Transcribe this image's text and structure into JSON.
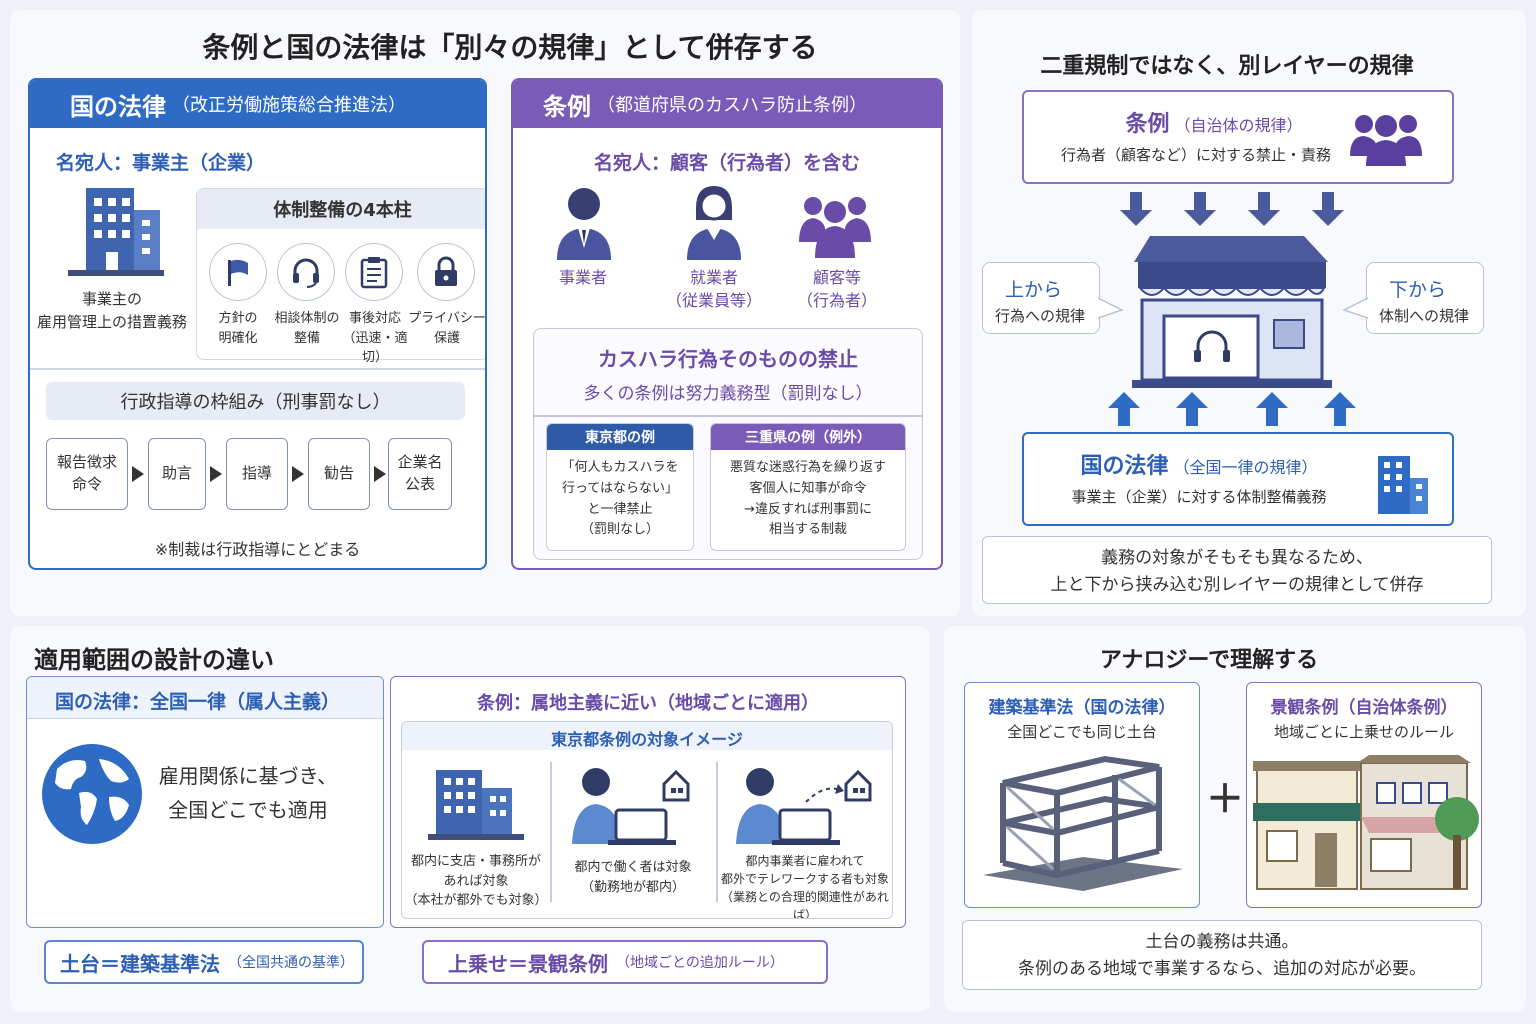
{
  "title": "条例と国の法律は「別々の規律」として併存する",
  "national": {
    "head": "国の法律",
    "head_sub": "（改正労働施策総合推進法）",
    "addressee": "名宛人：事業主（企業）",
    "building_label": "事業主の\n雇用管理上の措置義務",
    "pillars_title": "体制整備の4本柱",
    "pillars": [
      "方針の\n明確化",
      "相談体制の\n整備",
      "事後対応\n（迅速・適切）",
      "プライバシー\n保護"
    ],
    "framework_title": "行政指導の枠組み（刑事罰なし）",
    "steps": [
      "報告徴求\n命令",
      "助言",
      "指導",
      "勧告",
      "企業名\n公表"
    ],
    "note": "※制裁は行政指導にとどまる"
  },
  "ordinance": {
    "head": "条例",
    "head_sub": "（都道府県のカスハラ防止条例）",
    "addressee": "名宛人：顧客（行為者）を含む",
    "people": [
      "事業者",
      "就業者\n（従業員等）",
      "顧客等\n（行為者）"
    ],
    "ban_title": "カスハラ行為そのものの禁止",
    "ban_sub": "多くの条例は努力義務型（罰則なし）",
    "tokyo_title": "東京都の例",
    "tokyo_text": "「何人もカスハラを\n行ってはならない」\nと一律禁止\n（罰則なし）",
    "mie_title": "三重県の例（例外）",
    "mie_text": "悪質な迷惑行為を繰り返す\n客個人に知事が命令\n→違反すれば刑事罰に\n相当する制裁"
  },
  "layer": {
    "title": "二重規制ではなく、別レイヤーの規律",
    "top_title": "条例",
    "top_sub": "（自治体の規律）",
    "top_text": "行為者（顧客など）に対する禁止・責務",
    "left_title": "上から",
    "left_text": "行為への規律",
    "right_title": "下から",
    "right_text": "体制への規律",
    "bottom_title": "国の法律",
    "bottom_sub": "（全国一律の規律）",
    "bottom_text": "事業主（企業）に対する体制整備義務",
    "conclusion": "義務の対象がそもそも異なるため、\n上と下から挟み込む別レイヤーの規律として併存"
  },
  "scope": {
    "title": "適用範囲の設計の違い",
    "national_head": "国の法律：全国一律（属人主義）",
    "national_text": "雇用関係に基づき、\n全国どこでも適用",
    "ord_head": "条例：属地主義に近い（地域ごとに適用）",
    "tokyo_image_title": "東京都条例の対象イメージ",
    "cases": [
      "都内に支店・事務所が\nあれば対象\n（本社が都外でも対象）",
      "都内で働く者は対象\n（勤務地が都内）",
      "都内事業者に雇われて\n都外でテレワークする者も対象\n（業務との合理的関連性があれば）"
    ],
    "pill_left": "土台＝建築基準法",
    "pill_left_sub": "（全国共通の基準）",
    "pill_right": "上乗せ＝景観条例",
    "pill_right_sub": "（地域ごとの追加ルール）"
  },
  "analogy": {
    "title": "アナロジーで理解する",
    "left_title": "建築基準法（国の法律）",
    "left_text": "全国どこでも同じ土台",
    "plus": "＋",
    "right_title": "景観条例（自治体条例）",
    "right_text": "地域ごとに上乗せのルール",
    "conclusion": "土台の義務は共通。\n条例のある地域で事業するなら、追加の対応が必要。"
  },
  "colors": {
    "blue": "#2d6bc4",
    "purple": "#7a5cb8"
  }
}
